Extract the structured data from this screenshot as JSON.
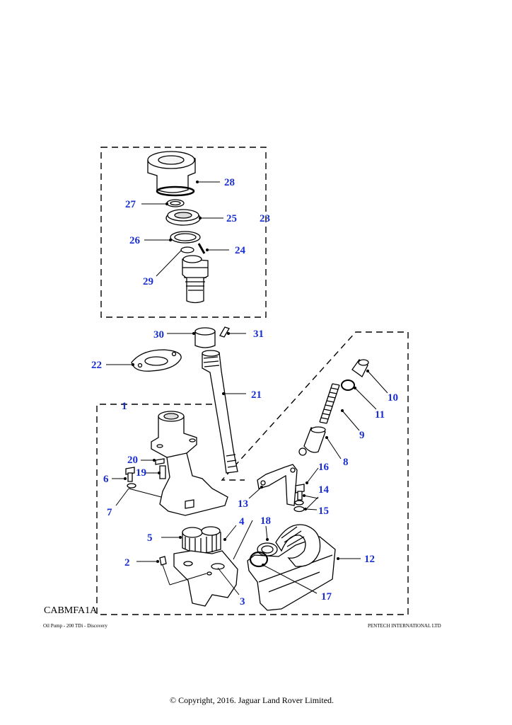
{
  "diagram": {
    "reference_code": "CABMFA1A",
    "caption_left": "Oil Pump - 200 TDi - Discovery",
    "caption_right": "PENTECH INTERNATIONAL LTD",
    "copyright": "© Copyright, 2016. Jaguar Land Rover Limited.",
    "callout_color": "#1a2fd0",
    "callouts": [
      "1",
      "2",
      "3",
      "4",
      "5",
      "6",
      "7",
      "8",
      "9",
      "10",
      "11",
      "12",
      "13",
      "14",
      "15",
      "16",
      "17",
      "18",
      "19",
      "20",
      "21",
      "22",
      "23",
      "24",
      "25",
      "26",
      "27",
      "28",
      "29",
      "30",
      "31"
    ]
  }
}
